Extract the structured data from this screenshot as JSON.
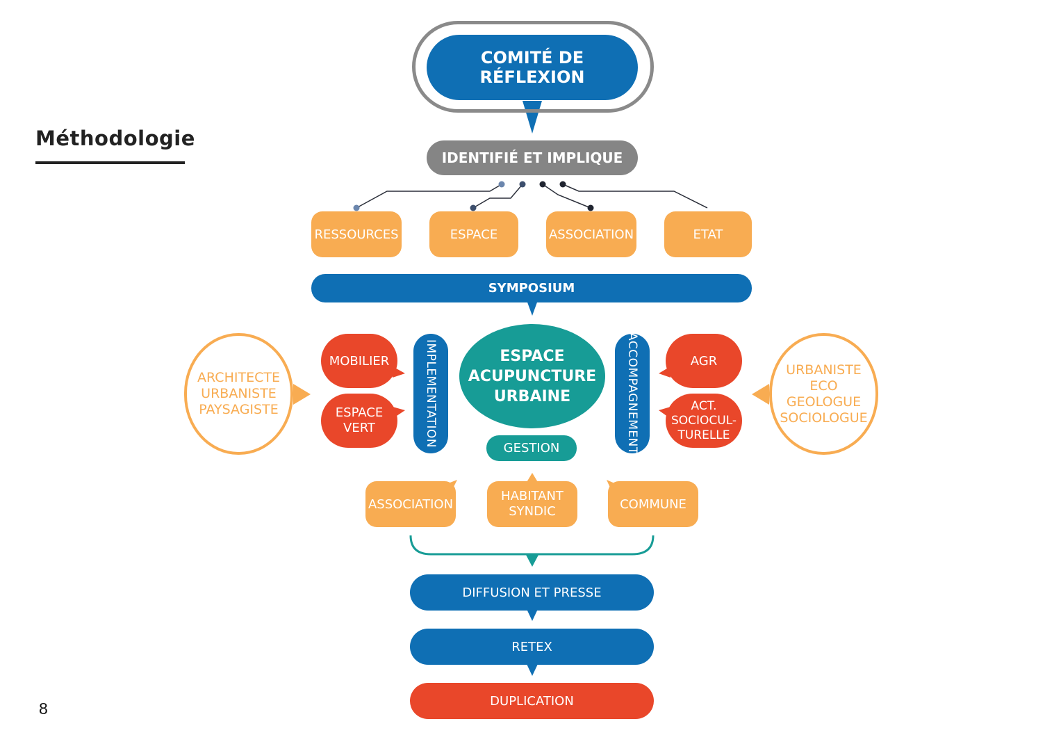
{
  "title": "Méthodologie",
  "page_number": "8",
  "top": {
    "comite": "COMITÉ DE RÉFLEXION",
    "identifie": "IDENTIFIÉ ET IMPLIQUE"
  },
  "actors": [
    "RESSOURCES",
    "ESPACE",
    "ASSOCIATION",
    "ETAT"
  ],
  "symposium": "SYMPOSIUM",
  "center": {
    "line1": "ESPACE",
    "line2": "ACUPUNCTURE",
    "line3": "URBAINE",
    "gestion": "GESTION"
  },
  "left": {
    "vertical": "IMPLEMENTATION",
    "bubbles": [
      "MOBILIER",
      "ESPACE VERT"
    ],
    "ring": [
      "ARCHITECTE",
      "URBANISTE",
      "PAYSAGISTE"
    ]
  },
  "right": {
    "vertical": "ACCOMPAGNEMENT",
    "bubbles": [
      "AGR",
      "ACT.",
      "SOCIOCUL-",
      "TURELLE"
    ],
    "ring": [
      "URBANISTE",
      "ECO",
      "GEOLOGUE",
      "SOCIOLOGUE"
    ]
  },
  "bottom_actors": [
    "ASSOCIATION",
    "HABITANT",
    "SYNDIC",
    "COMMUNE"
  ],
  "steps": [
    "DIFFUSION ET PRESSE",
    "RETEX",
    "DUPLICATION"
  ],
  "colors": {
    "blue": "#0f6fb4",
    "grey": "#858585",
    "orange": "#f8ac52",
    "red": "#e9472a",
    "teal": "#179c96",
    "dark": "#2b2f3a"
  }
}
